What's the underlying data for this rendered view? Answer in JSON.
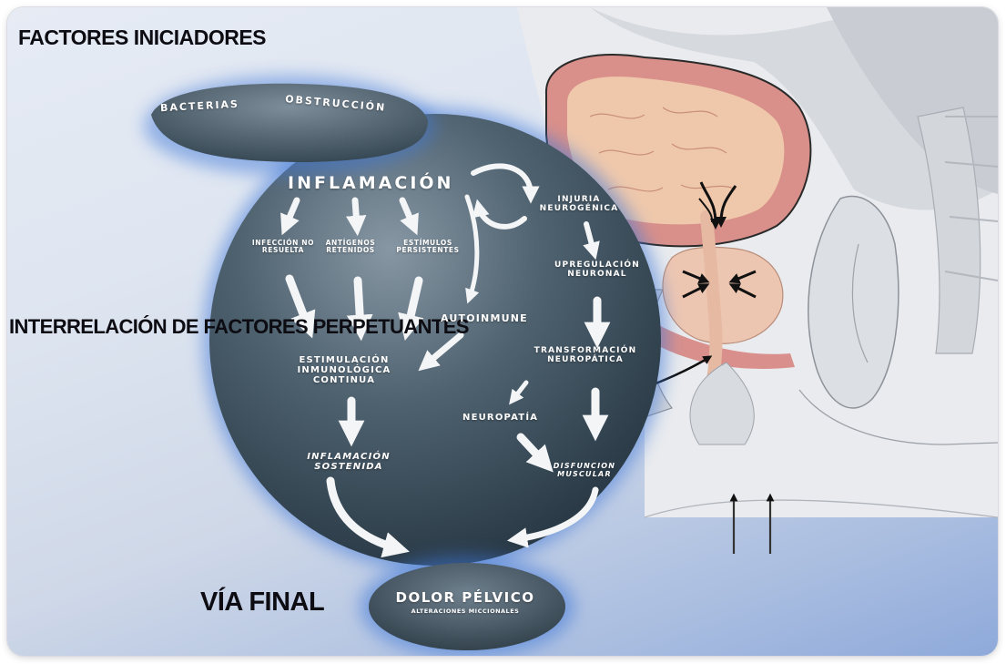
{
  "headings": {
    "initiating_factors": "FACTORES INICIADORES",
    "perpetuating_factors": "INTERRELACIÓN DE FACTORES PERPETUANTES",
    "final_path": "VÍA FINAL"
  },
  "initiators": {
    "bacteria": "BACTERIAS",
    "obstruction": "OBSTRUCCIÓN"
  },
  "nodes": {
    "inflammation": "INFLAMACIÓN",
    "unresolved_infection": "INFECCIÓN NO RESUELTA",
    "retained_antigens": "ANTÍGENOS RETENIDOS",
    "persistent_stimuli": "ESTÍMULOS PERSISTENTES",
    "autoimmune": "AUTOINMUNE",
    "immune_stimulation": "ESTIMULACIÓN INMUNOLÓGICA CONTINUA",
    "sustained_inflammation": "INFLAMACIÓN SOSTENIDA",
    "neurogenic_injury": "INJURIA NEUROGÉNICA",
    "neural_upregulation": "UPREGULACIÓN NEURONAL",
    "neuropathic_transformation": "TRANSFORMACIÓN NEUROPÁTICA",
    "neuropathy": "NEUROPATÍA",
    "muscle_dysfunction": "DISFUNCIÓN MUSCULAR"
  },
  "final_outcome": {
    "pain": "DOLOR PÉLVICO",
    "voiding": "ALTERACIONES MICCIONALES"
  },
  "colors": {
    "sphere_dark": "#2f4250",
    "sphere_light": "#8797a4",
    "glow": "#3f78d8",
    "bladder": "#d9908a",
    "prostate": "#edc6b2"
  }
}
